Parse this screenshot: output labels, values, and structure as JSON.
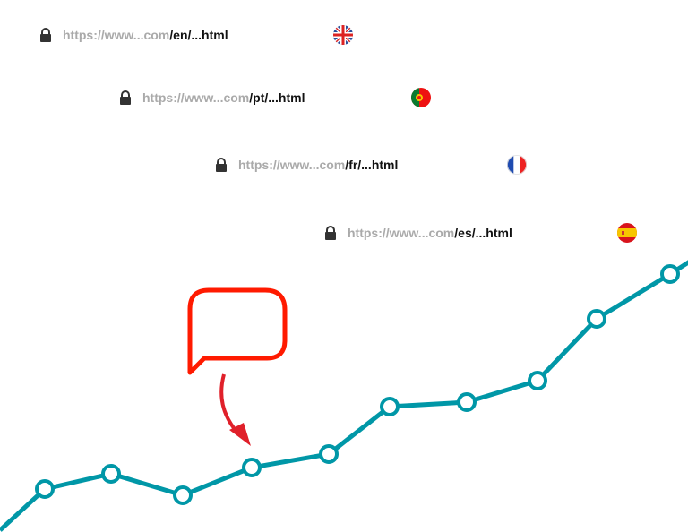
{
  "urls": [
    {
      "host": "https://www...com",
      "path": "/en/...html",
      "flag": "uk-flag-icon"
    },
    {
      "host": "https://www...com",
      "path": "/pt/...html",
      "flag": "portugal-flag-icon"
    },
    {
      "host": "https://www...com",
      "path": "/fr/...html",
      "flag": "france-flag-icon"
    },
    {
      "host": "https://www...com",
      "path": "/es/...html",
      "flag": "spain-flag-icon"
    }
  ],
  "colors": {
    "line": "#0097a7",
    "bubble": "#ff1a00",
    "arrow": "#e0202a",
    "host_text": "#aaaaaa"
  }
}
